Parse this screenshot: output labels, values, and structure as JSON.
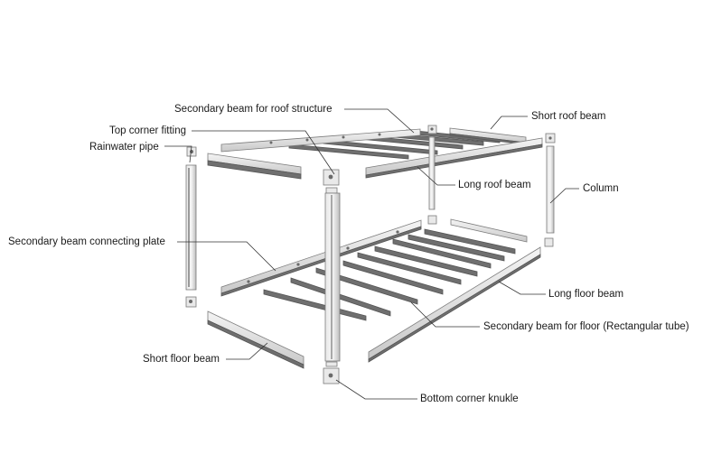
{
  "labels": {
    "secondary_roof": "Secondary beam for roof structure",
    "short_roof_beam": "Short roof beam",
    "top_corner_fitting": "Top corner fitting",
    "rainwater_pipe": "Rainwater pipe",
    "long_roof_beam": "Long roof beam",
    "column": "Column",
    "secondary_connecting_plate": "Secondary beam connecting plate",
    "long_floor_beam": "Long floor beam",
    "secondary_floor": "Secondary beam for floor (Rectangular tube)",
    "short_floor_beam": "Short floor beam",
    "bottom_corner": "Bottom corner knukle"
  },
  "colors": {
    "steel_light": "#f0f0f0",
    "steel_mid": "#cfcfcf",
    "steel_dark": "#6f6f6f",
    "leader": "#333333"
  }
}
